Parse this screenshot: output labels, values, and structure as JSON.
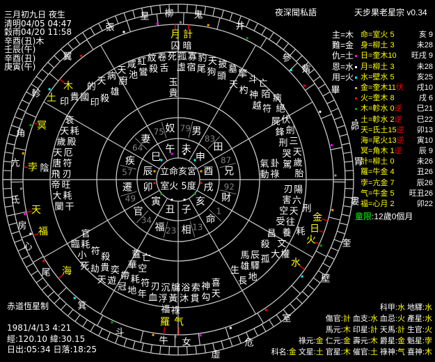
{
  "header": {
    "lunar_date": "三月初九日 夜生",
    "solar_term_1": "清明04/05 04:47",
    "solar_term_2": "穀雨04/20 11:58",
    "pillars": [
      "辛酉(丑)木",
      "壬辰(午)",
      "辛酉(丑)",
      "庚寅(午)"
    ],
    "title": "夜深聞私語",
    "app_name": "天步果老星宗 v0.34"
  },
  "lords": [
    "主=木",
    "難=金",
    "仇=土",
    "恩=水",
    "用=火"
  ],
  "planet_table": [
    {
      "text": "命=室火 5",
      "flag": "",
      "branch": "亥 9",
      "dot": ""
    },
    {
      "text": "身=柳土 3",
      "flag": "",
      "branch": "未28",
      "dot": ""
    },
    {
      "text": "日=奎木10",
      "flag": "",
      "branch": "旺戌 9",
      "dot": "#ff00ff"
    },
    {
      "text": "月=柳土 3",
      "flag": "",
      "branch": "未28",
      "dot": "#ffffff"
    },
    {
      "text": "水=壁水 5",
      "flag": "",
      "branch": "亥25",
      "dot": "#00ffff"
    },
    {
      "text": "金=奎木11",
      "flag": "伏",
      "branch": "戌10",
      "dot": "#ffa500"
    },
    {
      "text": "火=奎木 8",
      "flag": "",
      "branch": "戌 6",
      "dot": "#ff0000"
    },
    {
      "text": "木=軫水 0",
      "flag": "逆",
      "branch": "巳21",
      "dot": "#00a000"
    },
    {
      "text": "土=軫水 2",
      "flag": "逆",
      "branch": "巳22",
      "dot": "#909090"
    },
    {
      "text": "天=氐土15",
      "flag": "逆",
      "branch": "卯13",
      "dot": ""
    },
    {
      "text": "海=尾火13",
      "flag": "逆",
      "branch": "寅10",
      "dot": ""
    },
    {
      "text": "冥=角木 1",
      "flag": "逆",
      "branch": "辰 9",
      "dot": ""
    },
    {
      "text": "計=柳土 0",
      "flag": "",
      "branch": "未26",
      "dot": ""
    },
    {
      "text": "羅=牛金 4",
      "flag": "",
      "branch": "丑26",
      "dot": ""
    },
    {
      "text": "孛=亢金 7",
      "flag": "",
      "branch": "辰26",
      "dot": ""
    },
    {
      "text": "气=牛金 5",
      "flag": "",
      "branch": "旺丑26",
      "dot": ""
    },
    {
      "text": "福=心月 2",
      "flag": "",
      "branch": "卯22",
      "dot": ""
    }
  ],
  "childhood_limit": {
    "label": "童限",
    "value": ":12歲0個月"
  },
  "system_label": "赤道恆星制",
  "birth": {
    "datetime": "1981/4/13 4:21",
    "coords": "經:120.10 緯:30.15",
    "sun": "日出:05:34 日落:18:25"
  },
  "attributes": [
    [
      {
        "k": "科甲:",
        "v": "水"
      },
      {
        "k": "地驛:",
        "v": "水"
      }
    ],
    [
      {
        "k": "傷官:",
        "v": "計"
      },
      {
        "k": "血支:",
        "v": "水"
      },
      {
        "k": "血忌:",
        "v": "火"
      },
      {
        "k": "產星:",
        "v": "水"
      }
    ],
    [
      {
        "k": "馬元:",
        "v": "木"
      },
      {
        "k": "印星:",
        "v": "計"
      },
      {
        "k": "天馬:",
        "v": "計"
      },
      {
        "k": "生官:",
        "v": "火"
      }
    ],
    [
      {
        "k": "祿元:",
        "v": "金"
      },
      {
        "k": "仁元:",
        "v": "金"
      },
      {
        "k": "壽元:",
        "v": "木"
      },
      {
        "k": "爵星:",
        "v": "金"
      },
      {
        "k": "魁星:",
        "v": "孛"
      }
    ],
    [
      {
        "k": "科名:",
        "v": "金"
      },
      {
        "k": "文星:",
        "v": "土"
      },
      {
        "k": "官星:",
        "v": "木"
      },
      {
        "k": "催官:",
        "v": "土"
      },
      {
        "k": "祿神:",
        "v": "气"
      },
      {
        "k": "喜神:",
        "v": "木"
      }
    ]
  ],
  "chart": {
    "center": [
      "立命亥宮",
      "室火 5度"
    ],
    "branches": [
      "未",
      "申",
      "酉",
      "戌",
      "亥",
      "子",
      "丑",
      "寅",
      "卯",
      "辰",
      "巳",
      "午"
    ],
    "houses": [
      "男",
      "田",
      "兄",
      "財",
      "命",
      "相",
      "福",
      "官",
      "遷",
      "疾",
      "妻",
      "奴"
    ],
    "ages": [
      "79",
      "83",
      "87",
      "92",
      "1",
      "13",
      "23",
      "34",
      "49",
      "57",
      "64",
      "75"
    ],
    "mansions": [
      "角",
      "亢",
      "氐",
      "房",
      "心",
      "尾",
      "箕",
      "斗",
      "牛",
      "女",
      "虛",
      "危",
      "室",
      "壁",
      "奎",
      "婁",
      "胃",
      "昴",
      "畢",
      "觜",
      "參",
      "井",
      "鬼",
      "柳",
      "星",
      "張",
      "翼",
      "軫"
    ],
    "planets": [
      "月",
      "計",
      "木",
      "土",
      "冥",
      "孛",
      "天",
      "福",
      "海",
      "羅",
      "气",
      "水",
      "金",
      "日",
      "火"
    ],
    "stars": [
      "天廚",
      "咸池",
      "紅鸞",
      "紋殺",
      "卷舌",
      "死",
      "孤虛",
      "寡宿",
      "豹尾",
      "天狗",
      "披頭",
      "墓",
      "擎",
      "天杓",
      "斗",
      "亡神",
      "陌越",
      "病符",
      "絕",
      "伏屍",
      "劍鋒",
      "三刑",
      "天哭",
      "歲駕",
      "胎",
      "卦祿",
      "氣動",
      "陽刃",
      "六害",
      "天空",
      "往受",
      "養",
      "刑",
      "耗",
      "昌文",
      "大殺",
      "孤辰",
      "驛馬",
      "地雄",
      "長生",
      "權",
      "喜天",
      "神勾",
      "索貫",
      "浴沐",
      "牖黃",
      "沉浮",
      "刃血",
      "符年",
      "耗地",
      "帶冠",
      "奕遊",
      "貴天",
      "殺劫",
      "符死",
      "耗小",
      "官臨",
      "蓋華",
      "亡空",
      "衰",
      "天耗",
      "歲殿",
      "天厄",
      "唐符",
      "飛刃",
      "帝旺",
      "大耗",
      "闌干",
      "陰",
      "病",
      "天雄",
      "的殺",
      "國印",
      "貴印",
      "玉貴",
      "囚暗",
      "福祿"
    ]
  },
  "colors": {
    "background": "#000000",
    "line": "#c8c8c8",
    "planet": "#ffff00",
    "retrograde": "#ff0000",
    "childhood_limit": "#00ff00",
    "age_number": "#808080",
    "seven_luminaries": [
      "#00a000",
      "#ffa500",
      "#909090",
      "#ff00ff",
      "#ffffff",
      "#ff0000",
      "#00ffff"
    ]
  }
}
